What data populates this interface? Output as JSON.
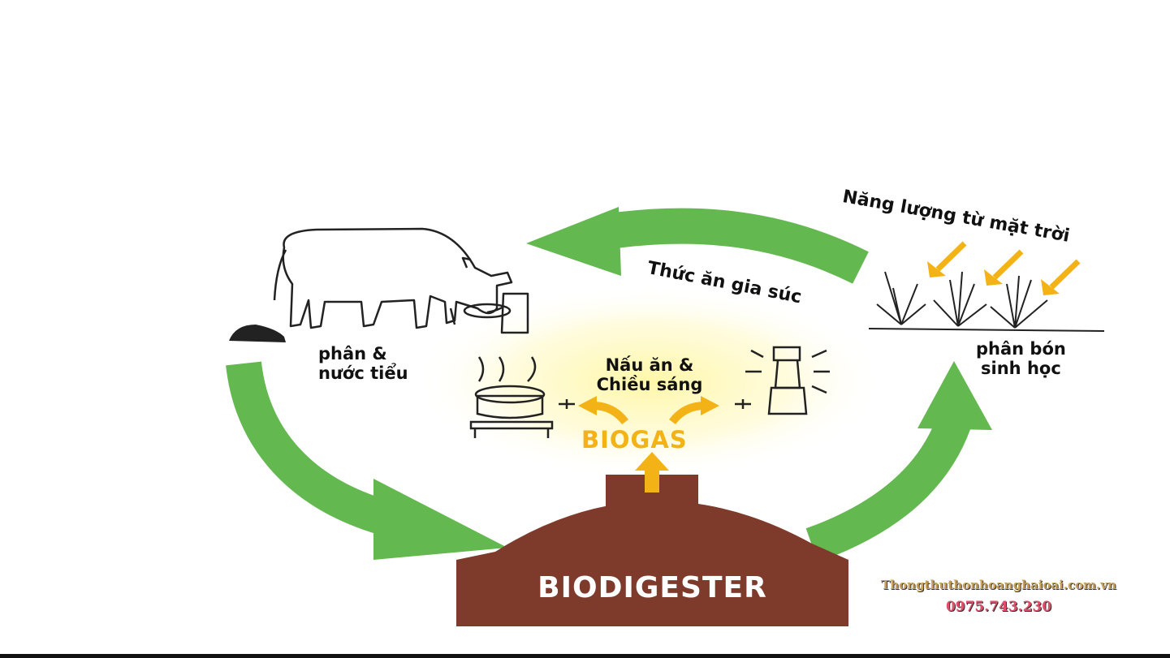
{
  "labels": {
    "manure": [
      "phân &",
      "nước tiểu"
    ],
    "animal_feed": "Thức ăn gia súc",
    "solar_energy": "Năng lượng từ mặt trời",
    "fertilizer": [
      "phân bón",
      "sinh học"
    ],
    "cooking_lighting": [
      "Nấu ăn &",
      "Chiều sáng"
    ],
    "biogas": "BIOGAS",
    "biodigester": "BIODIGESTER"
  },
  "watermark": {
    "site": "Thongthuthonhoanghaioai.com.vn",
    "phone": "0975.743.230"
  },
  "colors": {
    "arrow_green": "#63b84f",
    "digester_brown": "#7e3a2a",
    "gas_yellow": "#f3b316",
    "glow": "#fff6b3"
  },
  "icons": [
    "cow-icon",
    "cooking-pot-icon",
    "gas-lamp-icon",
    "plants-icon",
    "sun-ray-arrow-icon"
  ]
}
